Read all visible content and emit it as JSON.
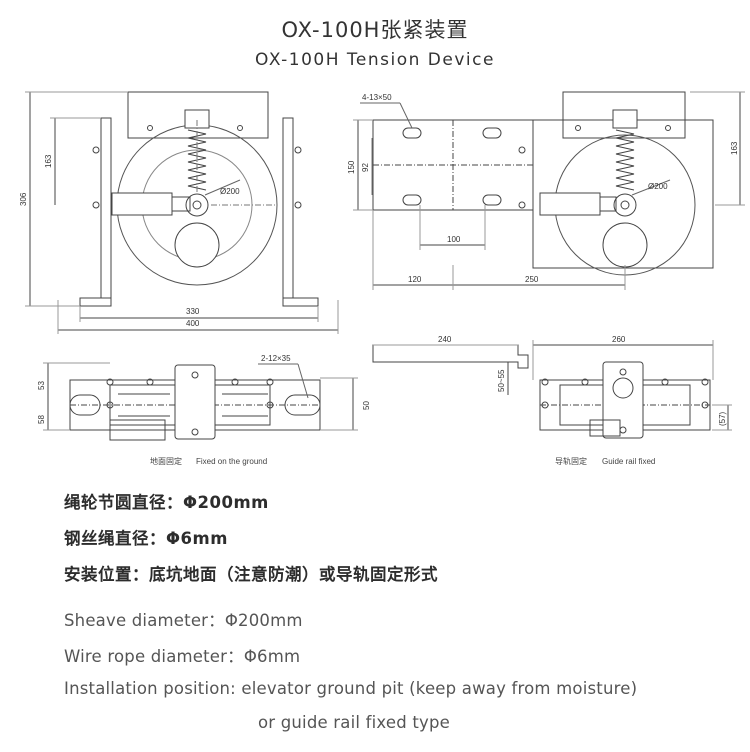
{
  "title_cn": "OX-100H张紧装置",
  "title_en": "OX-100H  Tension Device",
  "dims": {
    "h306": "306",
    "h163_left": "163",
    "dia_left": "Ø200",
    "w330": "330",
    "w400": "400",
    "holes_4": "4-13×50",
    "h150": "150",
    "h92": "92",
    "w100": "100",
    "w120": "120",
    "w250": "250",
    "dia_right": "Ø200",
    "h163_right": "163",
    "holes_2": "2-12×35",
    "h53": "53",
    "h58": "58",
    "h50": "50",
    "w240": "240",
    "w260": "260",
    "h50_55": "50~55",
    "h57": "(57)"
  },
  "captions": {
    "ground_cn": "地面固定",
    "ground_en": "Fixed on the ground",
    "rail_cn": "导轨固定",
    "rail_en": "Guide rail fixed"
  },
  "specs_cn": [
    "绳轮节圆直径：Φ200mm",
    "钢丝绳直径：Φ6mm",
    "安装位置：底坑地面（注意防潮）或导轨固定形式"
  ],
  "specs_en": [
    "Sheave diameter：Φ200mm",
    "Wire rope diameter：Φ6mm",
    "Installation position: elevator ground pit (keep away from moisture)",
    "or guide rail fixed type"
  ]
}
